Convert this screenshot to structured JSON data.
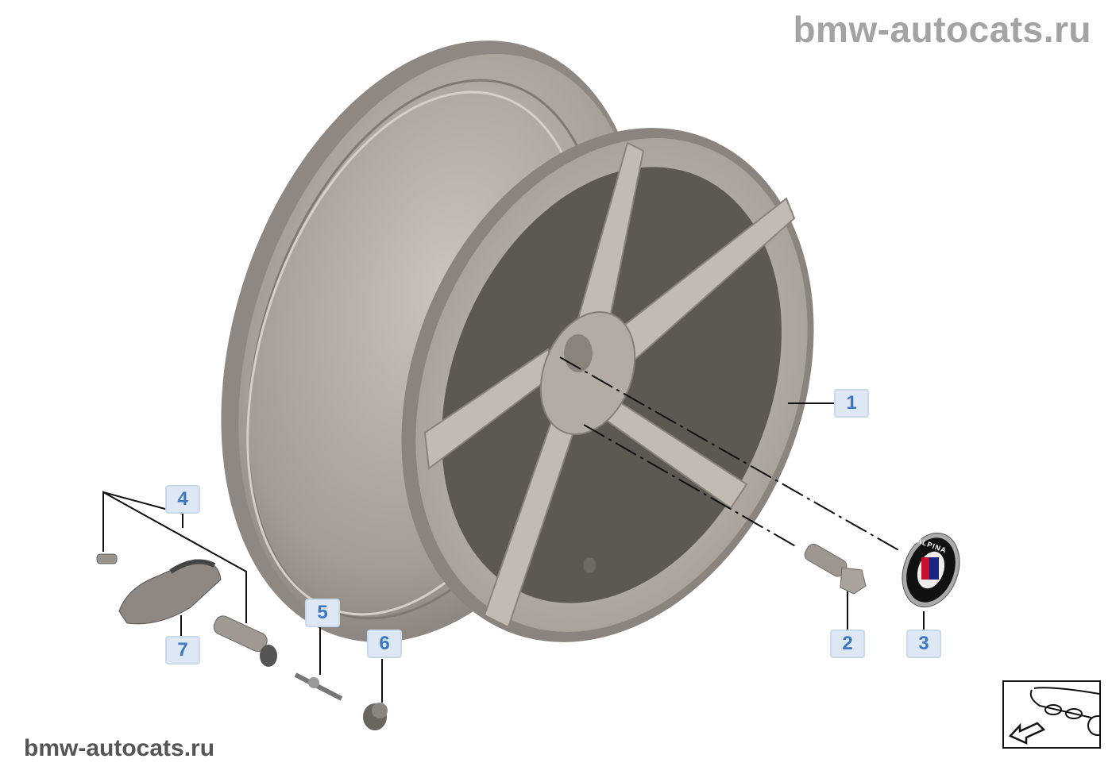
{
  "watermark_top": "bmw-autocats.ru",
  "watermark_bottom": "bmw-autocats.ru",
  "callouts": {
    "c1": "1",
    "c2": "2",
    "c3": "3",
    "c4": "4",
    "c5": "5",
    "c6": "6",
    "c7": "7"
  },
  "badge_text": "ALPINA",
  "colors": {
    "callout_bg": "#dde8f4",
    "callout_text": "#3b77c2",
    "wheel": "#a39c95"
  }
}
